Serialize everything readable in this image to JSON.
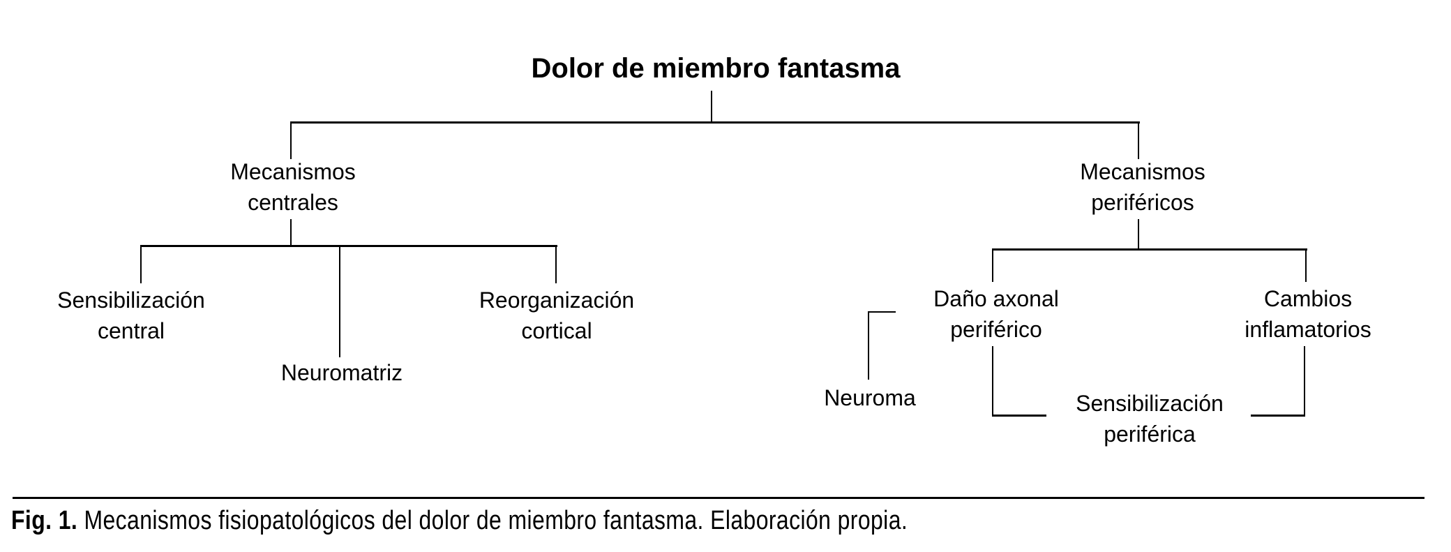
{
  "colors": {
    "ink": "#000000",
    "background": "#ffffff"
  },
  "diagram": {
    "root": "Dolor de miembro fantasma",
    "nodes": {
      "central": {
        "line1": "Mecanismos",
        "line2": "centrales"
      },
      "peripheral": {
        "line1": "Mecanismos",
        "line2": "periféricos"
      },
      "sens_central": {
        "line1": "Sensibilización",
        "line2": "central"
      },
      "neuromatriz": {
        "line1": "Neuromatriz"
      },
      "reorg_cortical": {
        "line1": "Reorganización",
        "line2": "cortical"
      },
      "dano_axonal": {
        "line1": "Daño axonal",
        "line2": "periférico"
      },
      "cambios_inflamatorios": {
        "line1": "Cambios",
        "line2": "inflamatorios"
      },
      "neuroma": {
        "line1": "Neuroma"
      },
      "sens_periferica": {
        "line1": "Sensibilización",
        "line2": "periférica"
      }
    }
  },
  "caption": {
    "label": "Fig. 1.",
    "text": " Mecanismos fisiopatológicos del dolor de miembro fantasma. Elaboración propia."
  }
}
